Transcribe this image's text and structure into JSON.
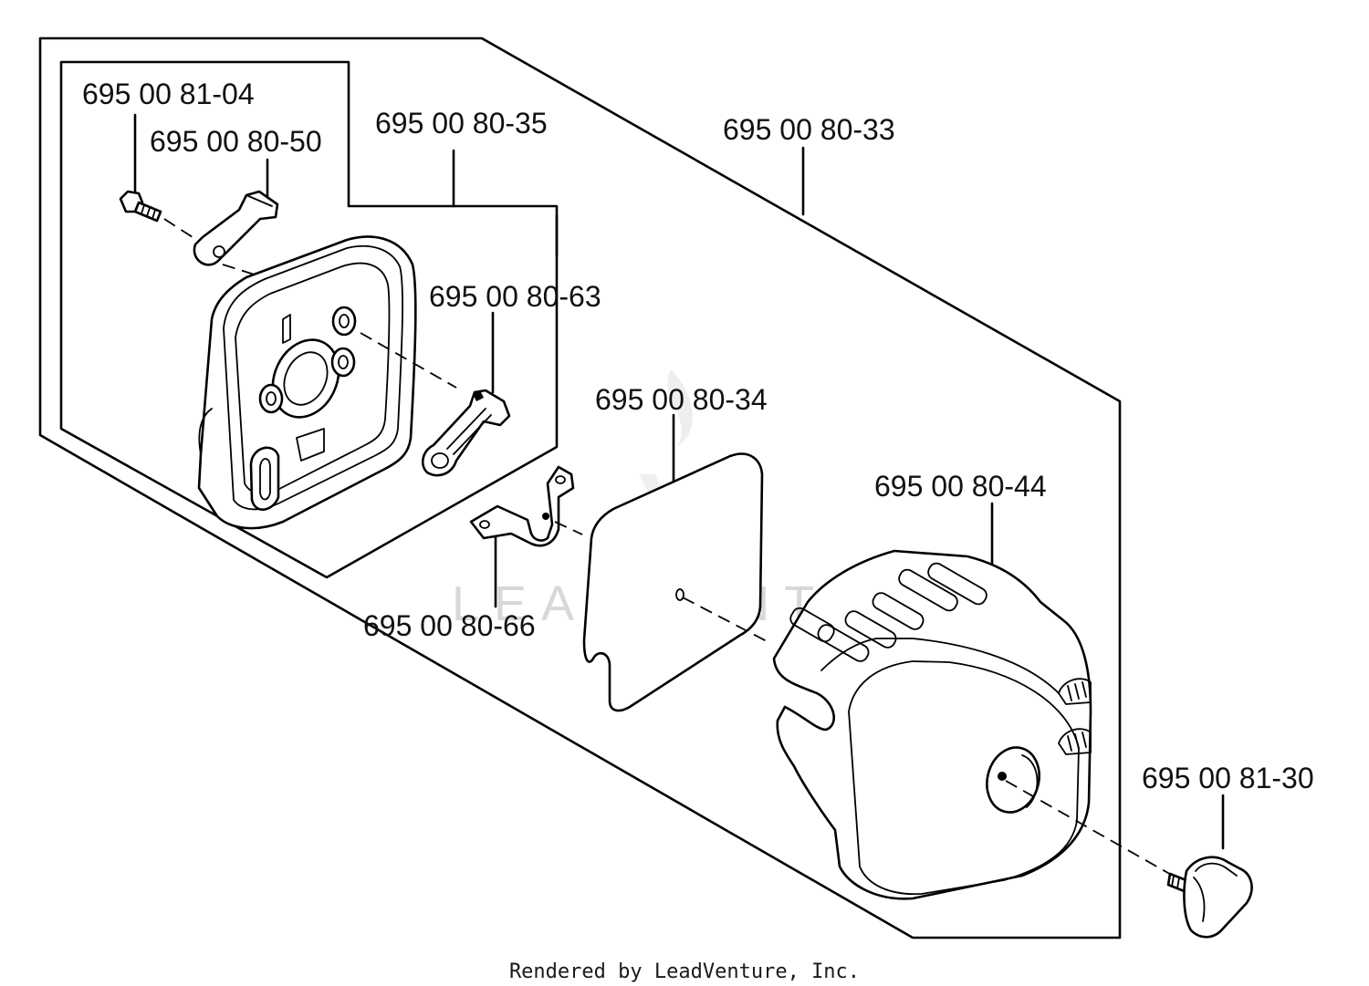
{
  "diagram": {
    "part_numbers": {
      "screw": "695 00 81-04",
      "lever_upper": "695 00 80-50",
      "filter_housing_kit": "695 00 80-35",
      "air_filter_kit": "695 00 80-33",
      "lever_lower": "695 00 80-63",
      "filter_element": "695 00 80-34",
      "filter_cover": "695 00 80-44",
      "bracket": "695 00 80-66",
      "knob": "695 00 81-30"
    },
    "watermark": "LEADVENTURE",
    "footer": "Rendered by LeadVenture, Inc."
  }
}
